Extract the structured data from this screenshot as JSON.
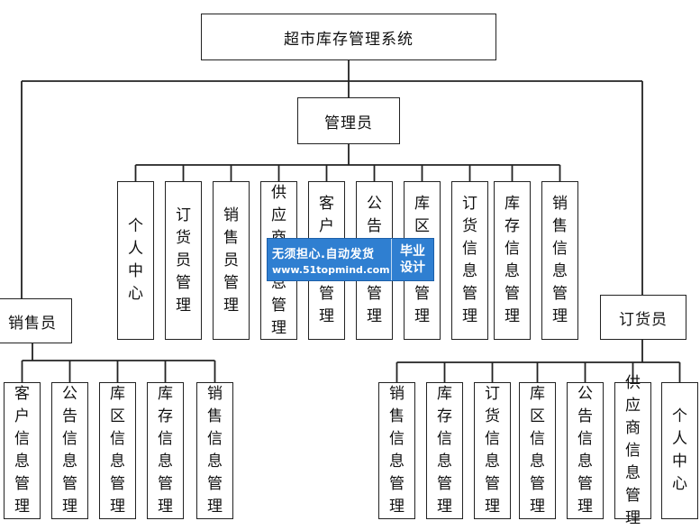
{
  "root": {
    "label": "超市库存管理系统"
  },
  "roles": {
    "admin": {
      "label": "管理员"
    },
    "sales": {
      "label": "销售员"
    },
    "order": {
      "label": "订货员"
    }
  },
  "admin_modules": [
    "个人中心",
    "订货员管理",
    "销售员管理",
    "供应商信息管理",
    "客户信息管理",
    "公告信息管理",
    "库区信息管理",
    "订货信息管理",
    "库存信息管理",
    "销售信息管理"
  ],
  "sales_modules": [
    "客户信息管理",
    "公告信息管理",
    "库区信息管理",
    "库存信息管理",
    "销售信息管理"
  ],
  "order_modules": [
    "销售信息管理",
    "库存信息管理",
    "订货信息管理",
    "库区信息管理",
    "公告信息管理",
    "供应商信息管理",
    "个人中心"
  ],
  "watermark": {
    "line1": "无须担心.自动发货",
    "line2": "www.51topmind.com",
    "badge_top": "毕业",
    "badge_bottom": "设计"
  },
  "colors": {
    "line": "#222222",
    "watermark_bg": "#2f7fd1",
    "text": "#111111"
  }
}
